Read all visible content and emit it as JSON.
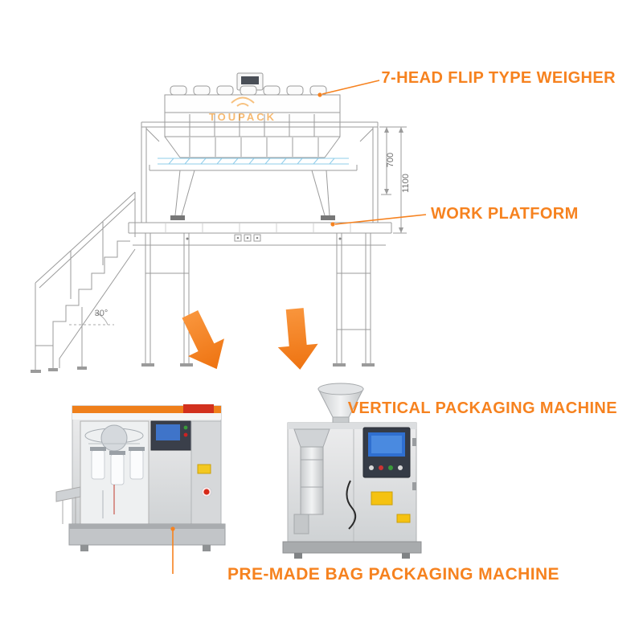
{
  "meta": {
    "background": "#ffffff",
    "accent_color": "#f6821f",
    "drawing_line_color": "#9b9b9b"
  },
  "labels": {
    "weigher": "7-HEAD FLIP TYPE WEIGHER",
    "platform": "WORK PLATFORM",
    "vertical": "VERTICAL PACKAGING MACHINE",
    "premade": "PRE-MADE BAG PACKAGING MACHINE"
  },
  "annotations": {
    "weigher_height": "700",
    "platform_height": "1100",
    "stair_angle": "30°"
  },
  "watermark": {
    "text": "TOUPACK"
  }
}
